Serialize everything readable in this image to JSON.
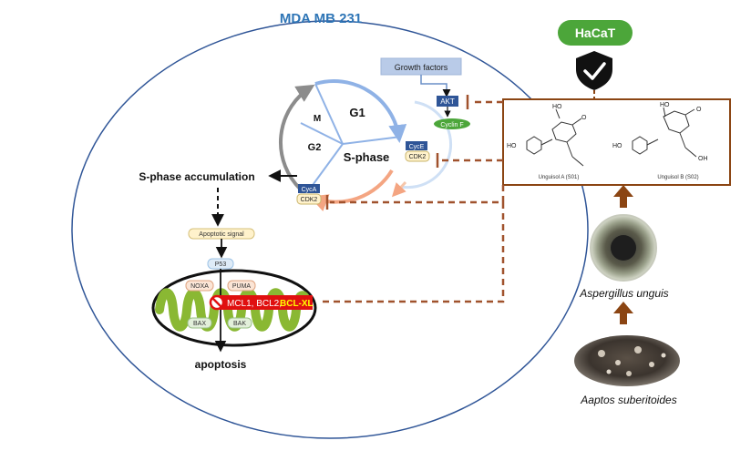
{
  "cell_line": "MDA MB 231",
  "control_cell_line": "HaCaT",
  "cell_cycle": {
    "g1": "G1",
    "m": "M",
    "g2": "G2",
    "s_phase": "S-phase"
  },
  "signaling": {
    "growth_factors": "Growth factors",
    "akt": "AKT",
    "cyclin_f": "Cyclin F",
    "cyce": "CycE",
    "cdk2_top": "CDK2",
    "cyca": "CycA",
    "cdk2_bottom": "CDK2"
  },
  "pathway": {
    "s_phase_accumulation": "S-phase accumulation",
    "apoptotic_signal": "Apoptotic signal",
    "p53": "P53",
    "noxa": "NOXA",
    "puma": "PUMA",
    "mcl_bcl2": "MCL1, BCL2,",
    "bclxl": "BCL-XL",
    "bax": "BAX",
    "bak": "BAK",
    "apoptosis": "apoptosis"
  },
  "compounds": {
    "a_label": "Unguisol A (S01)",
    "b_label": "Unguisol B (S02)",
    "a_ho": "HO",
    "a_ho2": "HO",
    "a_o": "O",
    "b_ho": "HO",
    "b_ho2": "HO",
    "b_oh": "OH",
    "b_o": "O"
  },
  "organisms": {
    "fungus": "Aspergillus unguis",
    "sponge": "Aaptos suberitoides"
  },
  "colors": {
    "membrane": "#2f5597",
    "title_blue": "#2e75b6",
    "brown": "#8b4513",
    "arrow_brown": "#a0522d",
    "green": "#4ca63a",
    "mito_green": "#8ab833",
    "red": "#e01010",
    "yellow": "#ffff00"
  },
  "icons": {
    "shield": "shield-check-icon",
    "inhibit": "no-sign-icon"
  }
}
